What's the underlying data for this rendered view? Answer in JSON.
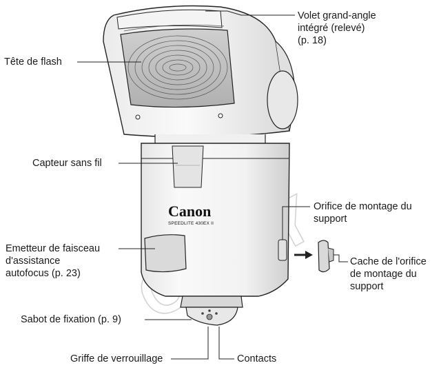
{
  "labels": {
    "wide_panel": [
      "Volet grand-angle",
      "intégré (relevé)",
      "(p. 18)"
    ],
    "flash_head": "Tête de flash",
    "wireless_sensor": "Capteur sans fil",
    "bracket_hole": [
      "Orifice de montage du",
      "support"
    ],
    "af_emitter": [
      "Emetteur de faisceau",
      "d'assistance",
      "autofocus (p. 23)"
    ],
    "bracket_cover": [
      "Cache de l'orifice",
      "de montage du",
      "support"
    ],
    "mounting_foot": "Sabot de fixation (p. 9)",
    "lock_pin": "Griffe de verrouillage",
    "contacts": "Contacts"
  },
  "device": {
    "brand": "Canon",
    "model": "SPEEDLITE 430EX II"
  },
  "watermark": "COPY"
}
